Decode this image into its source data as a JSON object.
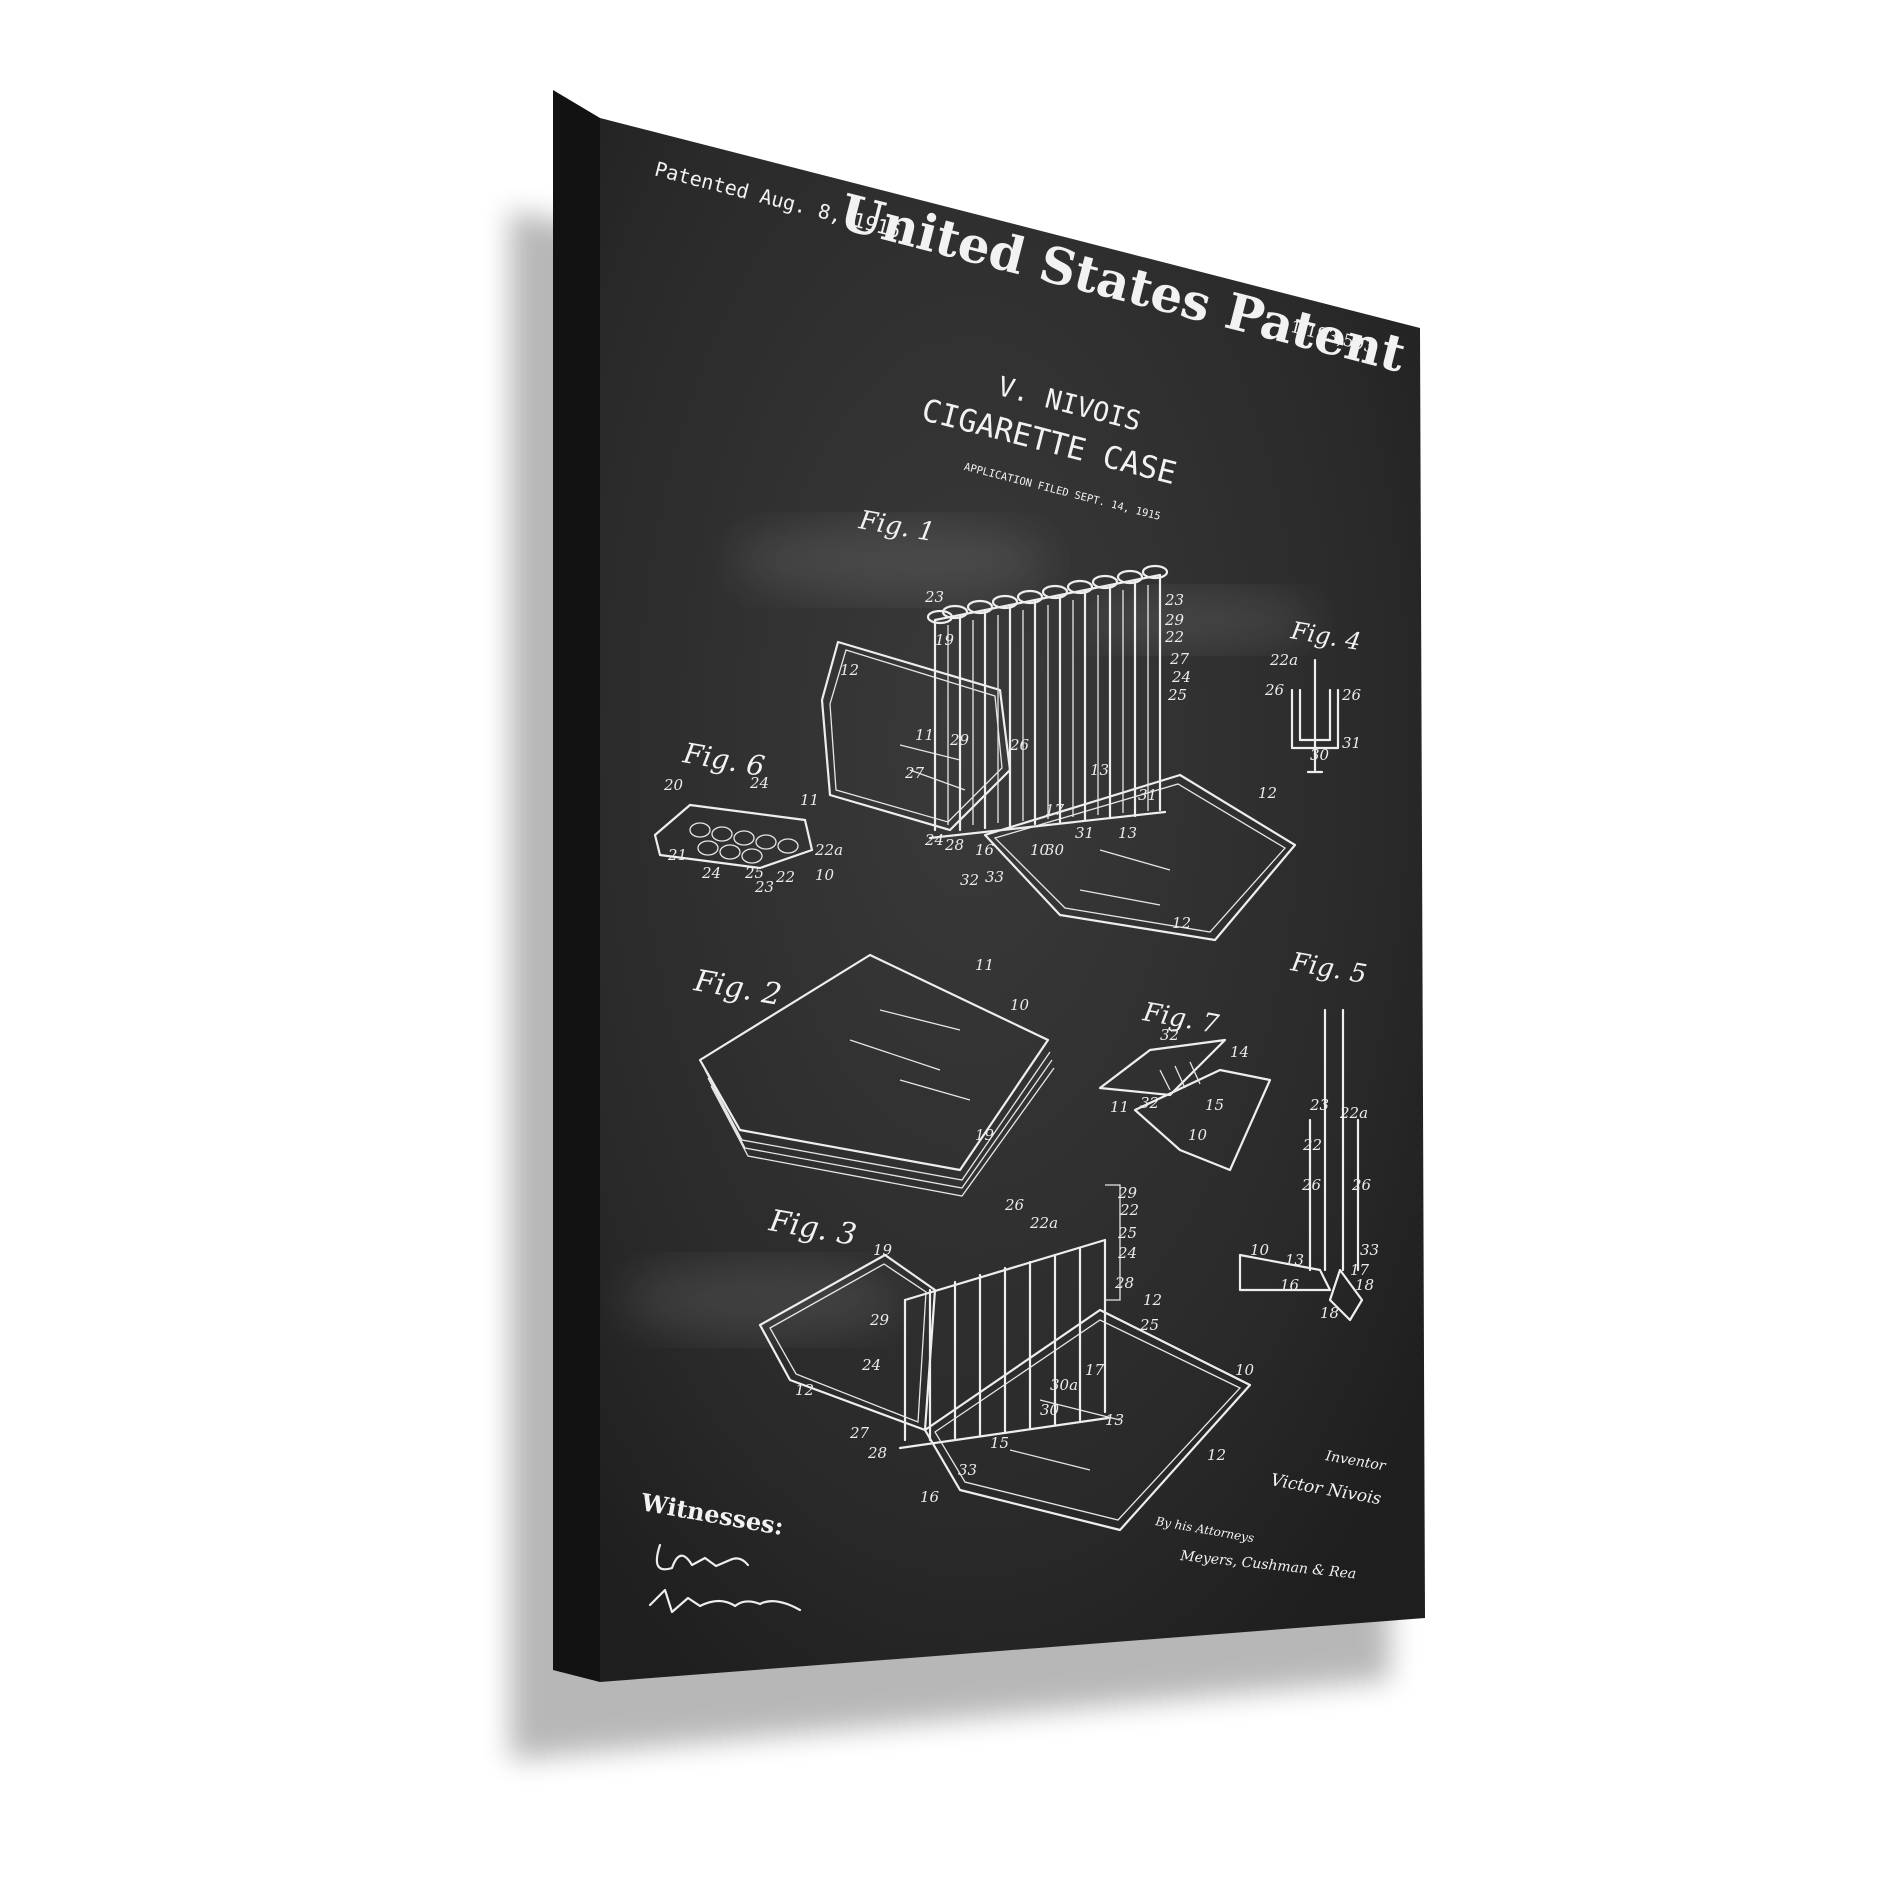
{
  "patent": {
    "patented_date": "Patented Aug. 8, 1916",
    "office_title": "United States Patent",
    "number": "1,193,593",
    "inventor_short": "V. NIVOIS",
    "invention_title": "CIGARETTE CASE",
    "application_filed": "APPLICATION FILED SEPT. 14, 1915"
  },
  "figures": {
    "fig1": "Fig. 1",
    "fig2": "Fig. 2",
    "fig3": "Fig. 3",
    "fig4": "Fig. 4",
    "fig5": "Fig. 5",
    "fig6": "Fig. 6",
    "fig7": "Fig. 7"
  },
  "signatures": {
    "witnesses_label": "Witnesses:",
    "inventor_label": "Inventor",
    "inventor_name": "Victor Nivois",
    "attorneys_label": "By his Attorneys",
    "attorneys_name": "Meyers, Cushman & Rea"
  },
  "colors": {
    "chalkboard": "#2b2b2b",
    "chalk": "#f2f2f2",
    "background": "#ffffff"
  },
  "callouts": {
    "fig1": [
      "23",
      "19",
      "12",
      "11",
      "29",
      "27",
      "24",
      "28",
      "16",
      "32",
      "33",
      "26",
      "17",
      "31",
      "13",
      "30",
      "10",
      "23",
      "29",
      "22",
      "27",
      "24",
      "25",
      "12",
      "31",
      "13",
      "12"
    ],
    "fig2": [
      "11",
      "10",
      "19"
    ],
    "fig3": [
      "26",
      "22a",
      "29",
      "22",
      "25",
      "24",
      "19",
      "29",
      "24",
      "12",
      "27",
      "28",
      "16",
      "33",
      "15",
      "30",
      "30a",
      "17",
      "13",
      "10",
      "12",
      "12",
      "25",
      "28"
    ],
    "fig4": [
      "22a",
      "26",
      "26",
      "31",
      "30"
    ],
    "fig5": [
      "23",
      "22a",
      "22",
      "26",
      "26",
      "10",
      "13",
      "16",
      "17",
      "33",
      "18",
      "18"
    ],
    "fig6": [
      "20",
      "24",
      "11",
      "21",
      "24",
      "25",
      "22",
      "23",
      "10",
      "22a"
    ],
    "fig7": [
      "32",
      "14",
      "11",
      "32",
      "15",
      "10"
    ]
  }
}
